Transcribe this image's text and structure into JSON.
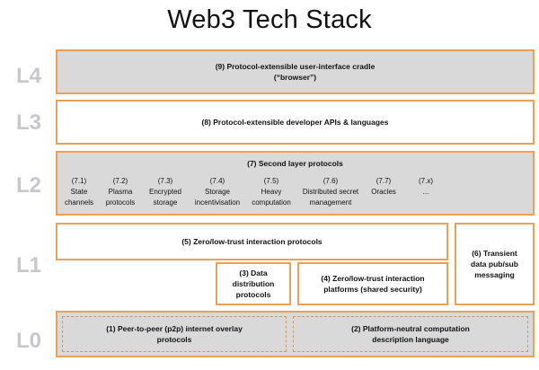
{
  "title": "Web3 Tech Stack",
  "levels": {
    "l4": "L4",
    "l3": "L3",
    "l2": "L2",
    "l1": "L1",
    "l0": "L0"
  },
  "l4_box": {
    "line1": "(9) Protocol-extensible user-interface cradle",
    "line2": "(“browser”)"
  },
  "l3_box": {
    "text": "(8) Protocol-extensible developer APIs & languages"
  },
  "l2_box": {
    "title": "(7) Second layer protocols",
    "items": [
      {
        "num": "(7.1)",
        "line1": "State",
        "line2": "channels"
      },
      {
        "num": "(7.2)",
        "line1": "Plasma",
        "line2": "protocols"
      },
      {
        "num": "(7.3)",
        "line1": "Encrypted",
        "line2": "storage"
      },
      {
        "num": "(7.4)",
        "line1": "Storage",
        "line2": "incentivisation"
      },
      {
        "num": "(7.5)",
        "line1": "Heavy",
        "line2": "computation"
      },
      {
        "num": "(7.6)",
        "line1": "Distributed secret",
        "line2": "management"
      },
      {
        "num": "(7.7)",
        "line1": "Oracles",
        "line2": ""
      },
      {
        "num": "(7.x)",
        "line1": "...",
        "line2": ""
      }
    ]
  },
  "l1": {
    "main": "(5) Zero/low-trust interaction protocols",
    "data_dist": {
      "line1": "(3) Data",
      "line2": "distribution",
      "line3": "protocols"
    },
    "platforms": {
      "line1": "(4) Zero/low-trust interaction",
      "line2": "platforms (shared security)"
    },
    "transient": {
      "line1": "(6) Transient",
      "line2": "data pub/sub",
      "line3": "messaging"
    }
  },
  "l0": {
    "p2p": {
      "line1": "(1) Peer-to-peer (p2p) internet overlay",
      "line2": "protocols"
    },
    "platform_neutral": {
      "line1": "(2) Platform-neutral computation",
      "line2": "description language"
    }
  },
  "colors": {
    "border": "#e8a25a",
    "box_gray": "#d9d9d9",
    "level_label": "#c8c8c8"
  }
}
